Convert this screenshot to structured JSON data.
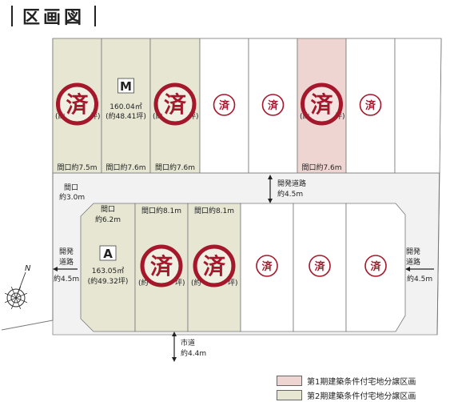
{
  "title": "区画図",
  "colors": {
    "phase1": "#eed5d1",
    "phase2": "#e6e6d3",
    "road": "#f2f2f2",
    "stamp": "#a5182b",
    "line": "#777777"
  },
  "stamp_text": "済",
  "north_label": "N",
  "upper_lots": [
    {
      "id": "u1",
      "phase": "phase2",
      "frontage": "間口約7.5m",
      "area_tail": "(約",
      "area_tail2": "坪)",
      "stamp": "large"
    },
    {
      "id": "u2",
      "phase": "phase2",
      "frontage": "間口約7.6m",
      "letter": "M",
      "area": "160.04㎡",
      "area_tsubo": "(約48.41坪)",
      "stamp": "none"
    },
    {
      "id": "u3",
      "phase": "phase2",
      "frontage": "間口約7.6m",
      "area_tail": "(約",
      "area_tail2": "坪)",
      "stamp": "large"
    },
    {
      "id": "u4",
      "phase": "none",
      "stamp": "small"
    },
    {
      "id": "u5",
      "phase": "none",
      "stamp": "small"
    },
    {
      "id": "u6",
      "phase": "phase1",
      "frontage": "間口約7.6m",
      "area_tail": "(約",
      "area_tail2": "坪)",
      "stamp": "large"
    },
    {
      "id": "u7",
      "phase": "none",
      "stamp": "small"
    }
  ],
  "lower_lots": [
    {
      "id": "l1",
      "phase": "phase2",
      "frontage": "間口",
      "frontage2": "約6.2m",
      "letter": "A",
      "area": "163.05㎡",
      "area_tsubo": "(約49.32坪)",
      "stamp": "none"
    },
    {
      "id": "l2",
      "phase": "phase2",
      "frontage": "間口約8.1m",
      "area_tail": "(約",
      "area_tail2": "坪)",
      "stamp": "large"
    },
    {
      "id": "l3",
      "phase": "phase2",
      "frontage": "間口約8.1m",
      "area_tail": "(約",
      "area_tail2": "坪)",
      "stamp": "large"
    },
    {
      "id": "l4",
      "phase": "none",
      "stamp": "small"
    },
    {
      "id": "l5",
      "phase": "none",
      "stamp": "small"
    },
    {
      "id": "l6",
      "phase": "none",
      "stamp": "small"
    }
  ],
  "roads": {
    "dev_center": {
      "line1": "開発道路",
      "line2": "約4.5m"
    },
    "dev_left": {
      "line1": "開発",
      "line2": "道路",
      "line3": "約4.5m"
    },
    "dev_right": {
      "line1": "開発",
      "line2": "道路",
      "line3": "約4.5m"
    },
    "entrance": {
      "line1": "間口",
      "line2": "約3.0m"
    },
    "city": {
      "line1": "市道",
      "line2": "約4.4m"
    }
  },
  "legend": [
    {
      "label": "第1期建築条件付宅地分譲区画",
      "color": "#eed5d1"
    },
    {
      "label": "第2期建築条件付宅地分譲区画",
      "color": "#e6e6d3"
    }
  ]
}
